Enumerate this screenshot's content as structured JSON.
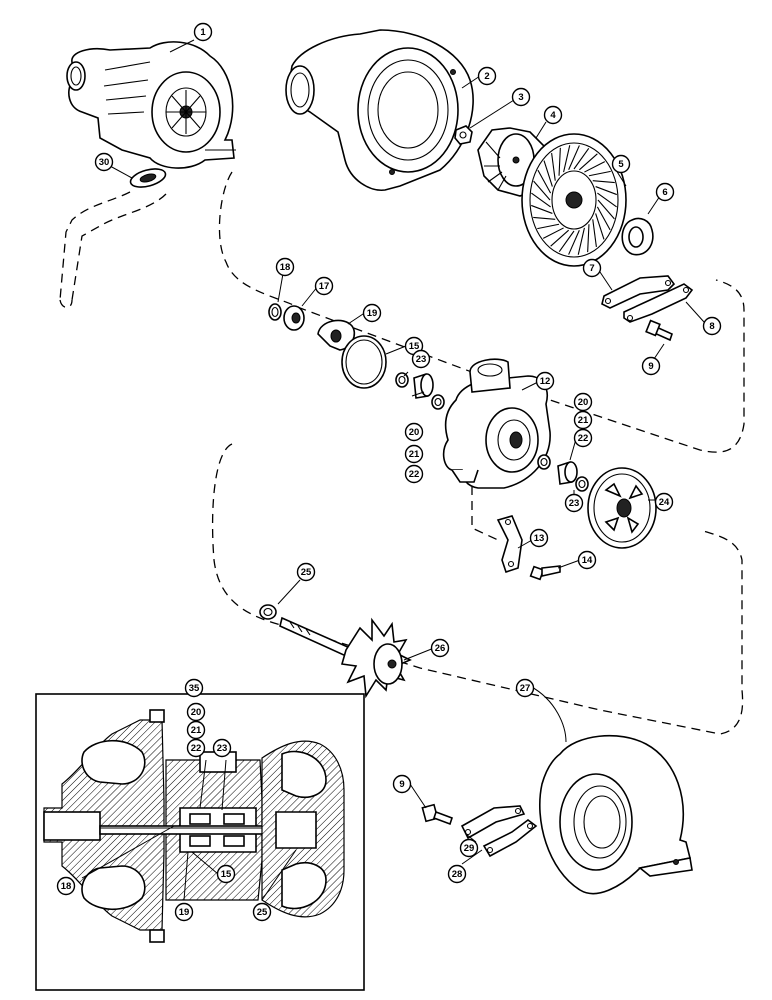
{
  "callouts": [
    {
      "id": "1",
      "label": "1"
    },
    {
      "id": "2",
      "label": "2"
    },
    {
      "id": "3",
      "label": "3"
    },
    {
      "id": "4",
      "label": "4"
    },
    {
      "id": "5",
      "label": "5"
    },
    {
      "id": "6",
      "label": "6"
    },
    {
      "id": "7",
      "label": "7"
    },
    {
      "id": "8",
      "label": "8"
    },
    {
      "id": "9a",
      "label": "9"
    },
    {
      "id": "12",
      "label": "12"
    },
    {
      "id": "13",
      "label": "13"
    },
    {
      "id": "14",
      "label": "14"
    },
    {
      "id": "15a",
      "label": "15"
    },
    {
      "id": "17",
      "label": "17"
    },
    {
      "id": "18a",
      "label": "18"
    },
    {
      "id": "19a",
      "label": "19"
    },
    {
      "id": "20a",
      "label": "20"
    },
    {
      "id": "21a",
      "label": "21"
    },
    {
      "id": "22a",
      "label": "22"
    },
    {
      "id": "23a",
      "label": "23"
    },
    {
      "id": "20b",
      "label": "20"
    },
    {
      "id": "21b",
      "label": "21"
    },
    {
      "id": "22b",
      "label": "22"
    },
    {
      "id": "23b",
      "label": "23"
    },
    {
      "id": "24",
      "label": "24"
    },
    {
      "id": "25a",
      "label": "25"
    },
    {
      "id": "26",
      "label": "26"
    },
    {
      "id": "27",
      "label": "27"
    },
    {
      "id": "28",
      "label": "28"
    },
    {
      "id": "29",
      "label": "29"
    },
    {
      "id": "9b",
      "label": "9"
    },
    {
      "id": "30",
      "label": "30"
    },
    {
      "id": "35",
      "label": "35"
    },
    {
      "id": "20c",
      "label": "20"
    },
    {
      "id": "21c",
      "label": "21"
    },
    {
      "id": "22c",
      "label": "22"
    },
    {
      "id": "23c",
      "label": "23"
    },
    {
      "id": "18b",
      "label": "18"
    },
    {
      "id": "15b",
      "label": "15"
    },
    {
      "id": "19b",
      "label": "19"
    },
    {
      "id": "25b",
      "label": "25"
    }
  ]
}
